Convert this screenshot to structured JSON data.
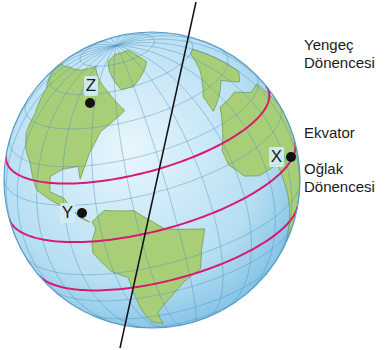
{
  "diagram": {
    "labels": [
      "Z",
      "Y",
      "X",
      "Yengeç Dönencesi",
      "Ekvator",
      "Oğlak Dönencesi"
    ]
  }
}
